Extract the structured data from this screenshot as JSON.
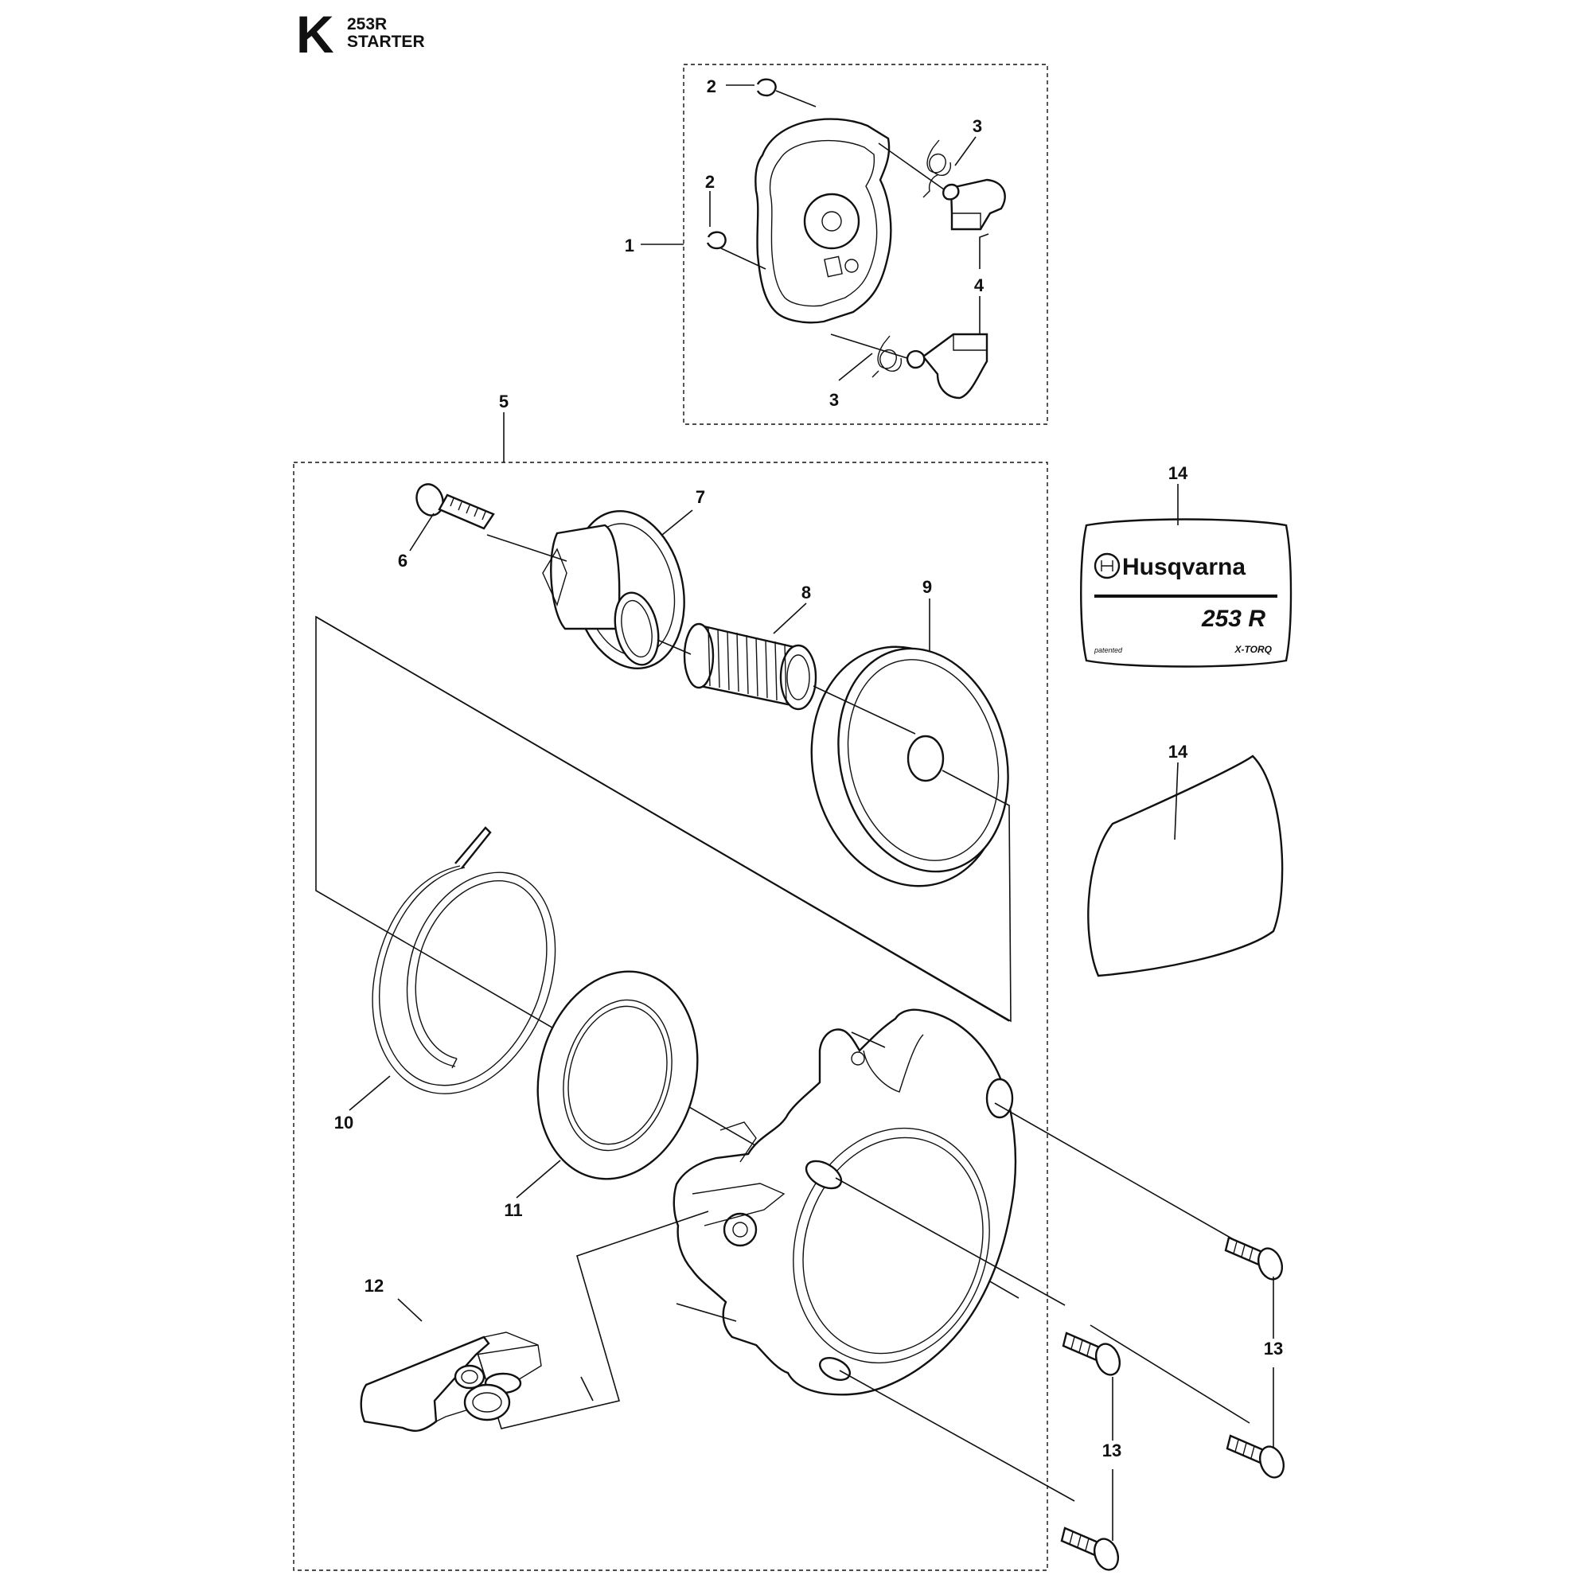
{
  "header": {
    "section_letter": "K",
    "model": "253R",
    "title": "STARTER"
  },
  "callouts": {
    "c1": "1",
    "c2a": "2",
    "c2b": "2",
    "c3a": "3",
    "c3b": "3",
    "c4": "4",
    "c5": "5",
    "c6": "6",
    "c7": "7",
    "c8": "8",
    "c9": "9",
    "c10": "10",
    "c11": "11",
    "c12": "12",
    "c13a": "13",
    "c13b": "13",
    "c14a": "14",
    "c14b": "14"
  },
  "decal": {
    "brand": "Husqvarna",
    "model": "253 R",
    "patented": "patented",
    "tech": "X-TORQ"
  }
}
